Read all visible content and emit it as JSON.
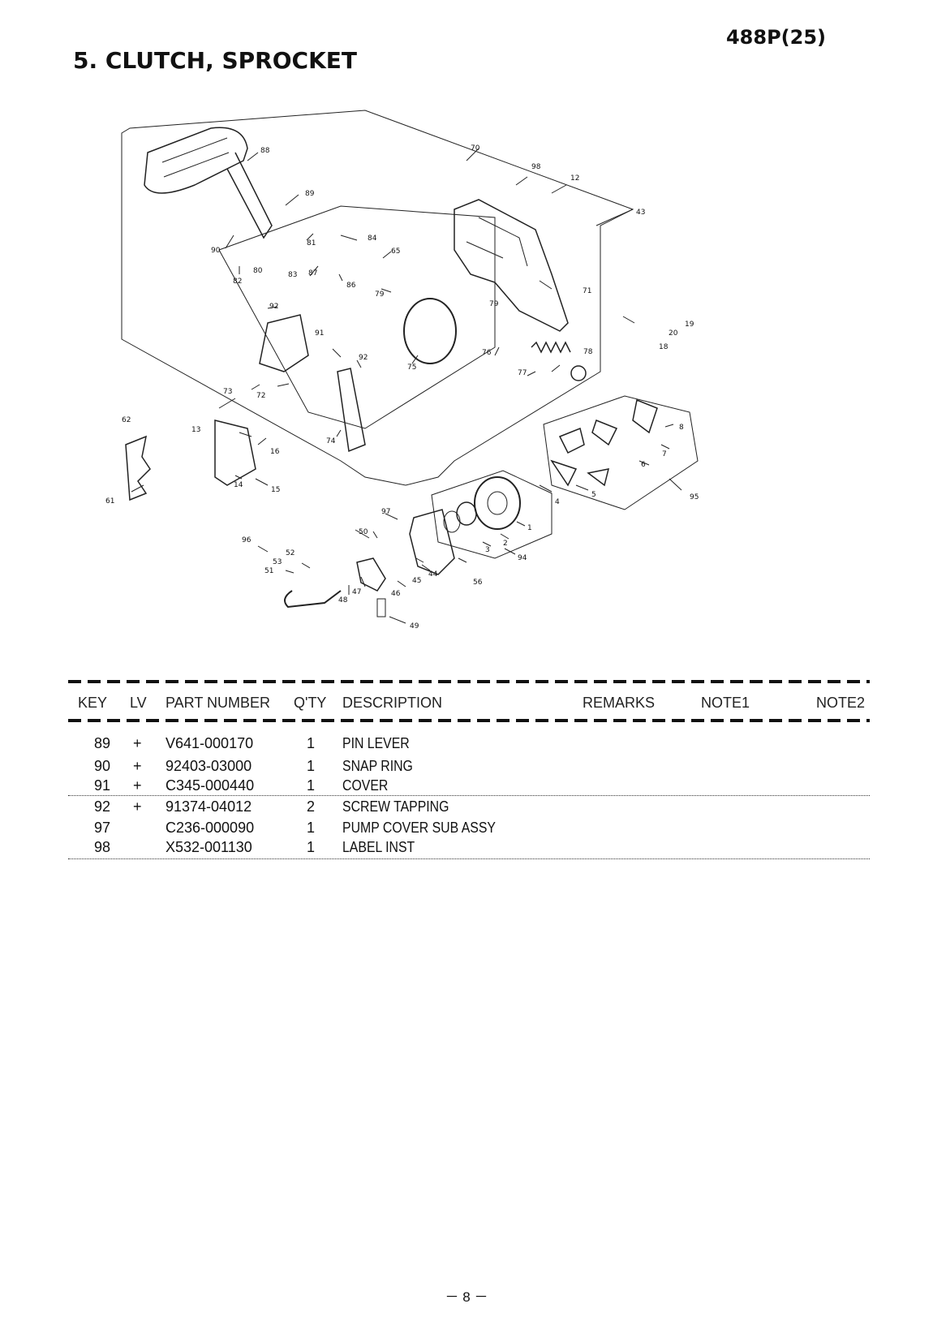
{
  "header": {
    "model": "488P(25)",
    "section_title": "5. CLUTCH, SPROCKET"
  },
  "diagram": {
    "labels": [
      "88",
      "70",
      "98",
      "12",
      "89",
      "43",
      "90",
      "81",
      "84",
      "65",
      "80",
      "82",
      "83",
      "87",
      "86",
      "79",
      "71",
      "92",
      "79",
      "19",
      "20",
      "18",
      "91",
      "92",
      "75",
      "76",
      "78",
      "77",
      "73",
      "72",
      "62",
      "13",
      "16",
      "74",
      "8",
      "7",
      "6",
      "61",
      "14",
      "15",
      "4",
      "5",
      "95",
      "97",
      "1",
      "2",
      "3",
      "94",
      "96",
      "50",
      "52",
      "53",
      "51",
      "45",
      "44",
      "56",
      "47",
      "46",
      "48",
      "49"
    ]
  },
  "table": {
    "headers": {
      "key": "KEY",
      "lv": "LV",
      "part_number": "PART NUMBER",
      "qty": "Q'TY",
      "description": "DESCRIPTION",
      "remarks": "REMARKS",
      "note1": "NOTE1",
      "note2": "NOTE2"
    },
    "rows": [
      {
        "key": "89",
        "lv": "+",
        "part_number": "V641-000170",
        "qty": "1",
        "description": "PIN LEVER"
      },
      {
        "key": "90",
        "lv": "+",
        "part_number": "92403-03000",
        "qty": "1",
        "description": "SNAP RING"
      },
      {
        "key": "91",
        "lv": "+",
        "part_number": "C345-000440",
        "qty": "1",
        "description": "COVER"
      },
      {
        "key": "92",
        "lv": "+",
        "part_number": "91374-04012",
        "qty": "2",
        "description": "SCREW TAPPING"
      },
      {
        "key": "97",
        "lv": "",
        "part_number": "C236-000090",
        "qty": "1",
        "description": "PUMP COVER SUB ASSY"
      },
      {
        "key": "98",
        "lv": "",
        "part_number": "X532-001130",
        "qty": "1",
        "description": "LABEL INST"
      }
    ]
  },
  "footer": {
    "page": "－ 8 －"
  }
}
